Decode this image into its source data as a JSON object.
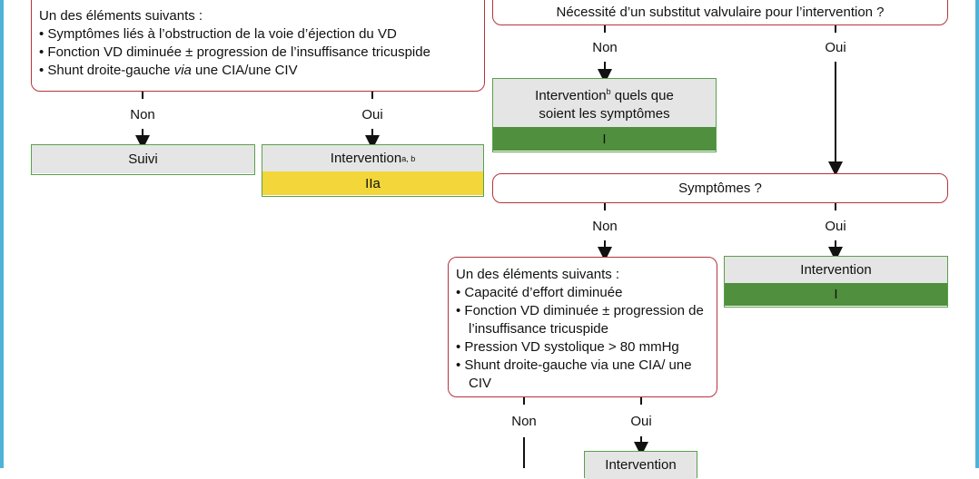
{
  "left": {
    "question": {
      "title": "Un des éléments suivants :",
      "items": [
        "Symptômes liés à l’obstruction de la voie d’éjection du VD",
        "Fonction VD diminuée ± progression de l’insuffisance tricuspide",
        [
          "Shunt droite-gauche ",
          "via",
          " une CIA/une CIV"
        ]
      ]
    },
    "no_label": "Non",
    "yes_label": "Oui",
    "followup": "Suivi",
    "intervention": {
      "label": "Intervention",
      "sup": "a, b",
      "class": "IIa"
    }
  },
  "right": {
    "q_valve": "Nécessité d’un substitut valvulaire pour l’intervention ?",
    "valve_no": "Non",
    "valve_yes": "Oui",
    "valve_no_rec": {
      "label_1": "Intervention",
      "sup": "b",
      "label_2": " quels que",
      "label_3": "soient les symptômes",
      "class": "I"
    },
    "q_symptoms": "Symptômes ?",
    "symp_no": "Non",
    "symp_yes": "Oui",
    "symp_yes_rec": {
      "label": "Intervention",
      "class": "I"
    },
    "question2": {
      "title": "Un des éléments suivants :",
      "items": [
        "Capacité d’effort diminuée",
        "Fonction VD diminuée ± progression de l’insuffisance tricuspide",
        "Pression VD systolique > 80 mmHg",
        "Shunt droite-gauche via une CIA/ une CIV"
      ]
    },
    "q2_no": "Non",
    "q2_yes": "Oui",
    "q2_yes_rec": {
      "label": "Intervention"
    }
  },
  "colors": {
    "question_border": "#b5343f",
    "rec_border": "#5aa04a",
    "class_I": "#4f8f3e",
    "class_IIa": "#f2d63a",
    "side_border": "#4fb3d9"
  }
}
